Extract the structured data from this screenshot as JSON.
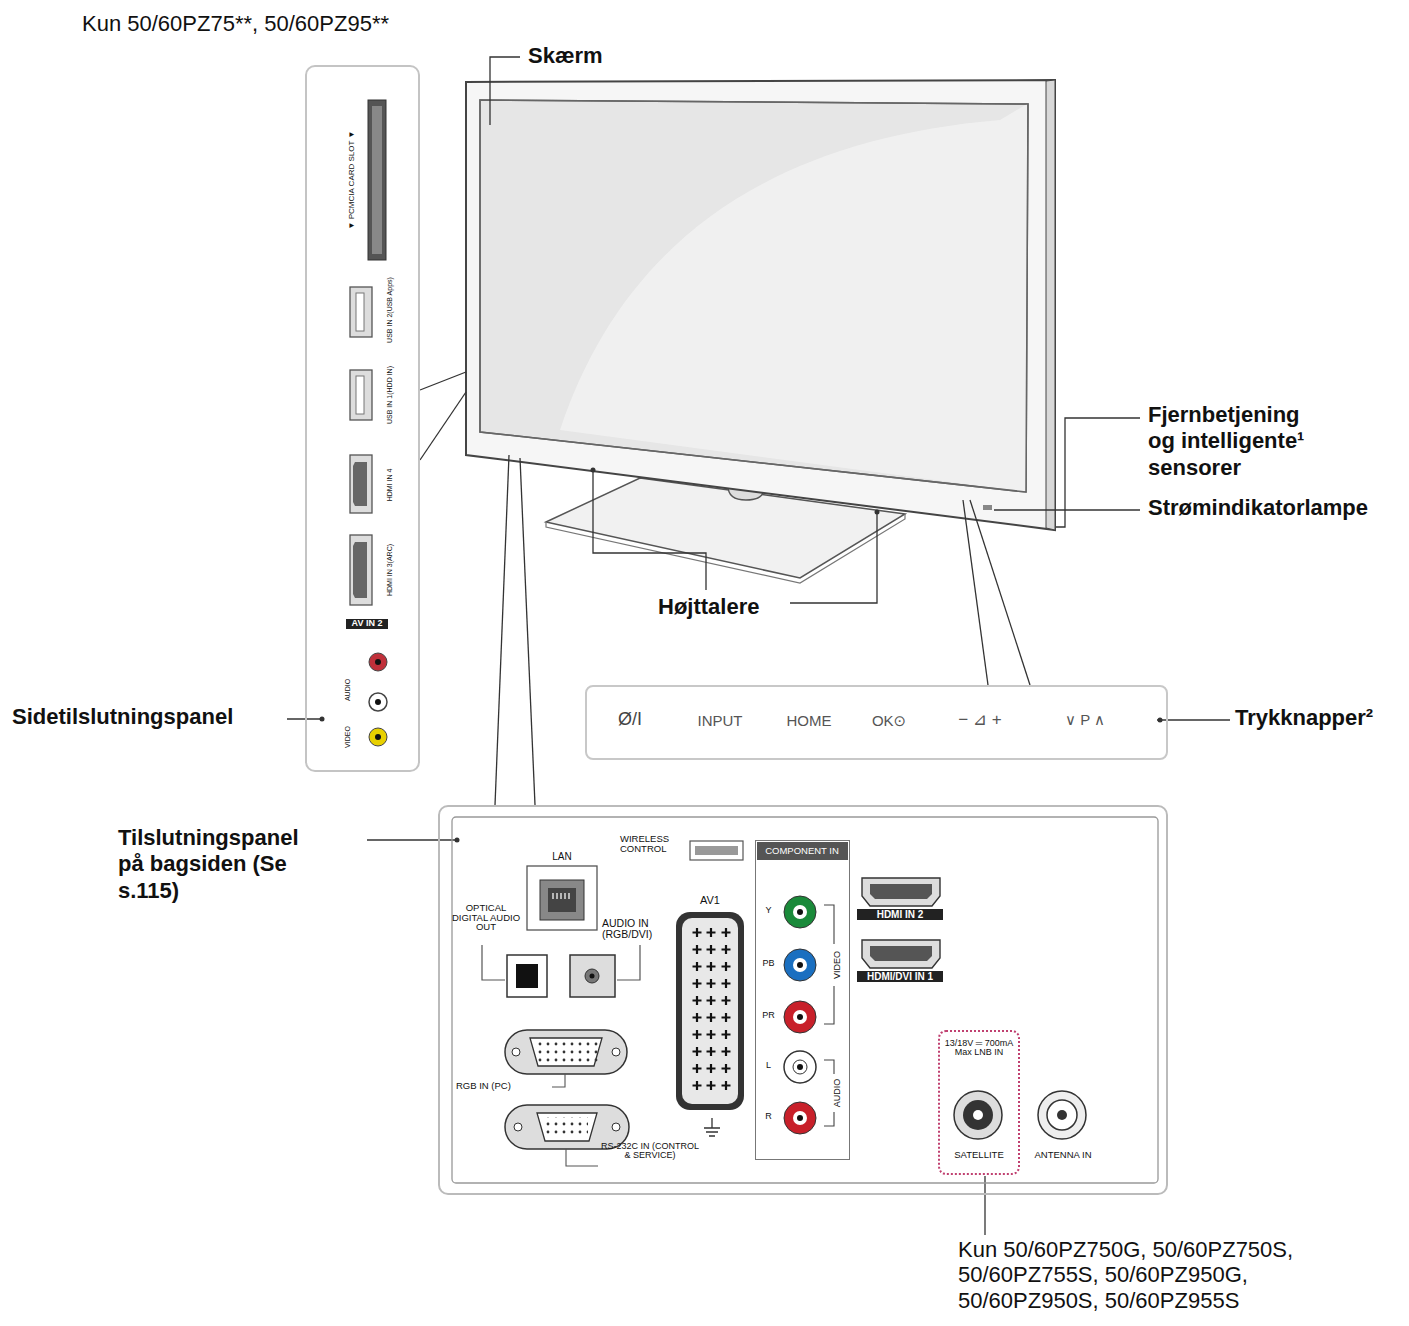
{
  "diagram": {
    "nodes": [
      {
        "text": [
          "▼ PCMCIA CARD SLOT ▼",
          "USB IN 2(USB Apps)",
          "USB IN 1(HDD IN)",
          "HDMI IN 4",
          "HDMI IN 3(ARC)",
          "AV IN 2",
          "AUDIO",
          "VIDEO"
        ]
      },
      {
        "text": [
          "Ø/I",
          "INPUT",
          "HOME",
          "OK⊙",
          "− ⊿ +",
          "∨ P ∧"
        ]
      },
      {
        "text": [
          "WIRELESS CONTROL",
          "LAN",
          "OPTICAL DIGITAL AUDIO OUT",
          "AUDIO IN (RGB/DVI)",
          "AV1",
          "RGB IN (PC)",
          "RS-232C IN (CONTROL & SERVICE)",
          "HDMI IN 2",
          "HDMI/DVI IN 1",
          "ANTENNA IN"
        ]
      },
      {
        "text": [
          "COMPONENT IN",
          "Y",
          "PB",
          "PR",
          "L",
          "R",
          "VIDEO",
          "AUDIO"
        ],
        "in": 2
      },
      {
        "text": [
          "13/18V ═ 700mA Max LNB IN",
          "SATELLITE"
        ],
        "in": 2
      }
    ],
    "labels": [
      "Kun 50/60PZ75**, 50/60PZ95**",
      "Skærm",
      "Fjernbetjening og intelligente¹ sensorer",
      "Strømindikatorlampe",
      "Højttalere",
      "Sidetilslutningspanel",
      "Trykknapper²",
      "Tilslutningspanel på bagsiden (Se s.115)",
      "Kun 50/60PZ750G, 50/60PZ750S, 50/60PZ755S, 50/60PZ950G, 50/60PZ950S, 50/60PZ955S"
    ]
  }
}
